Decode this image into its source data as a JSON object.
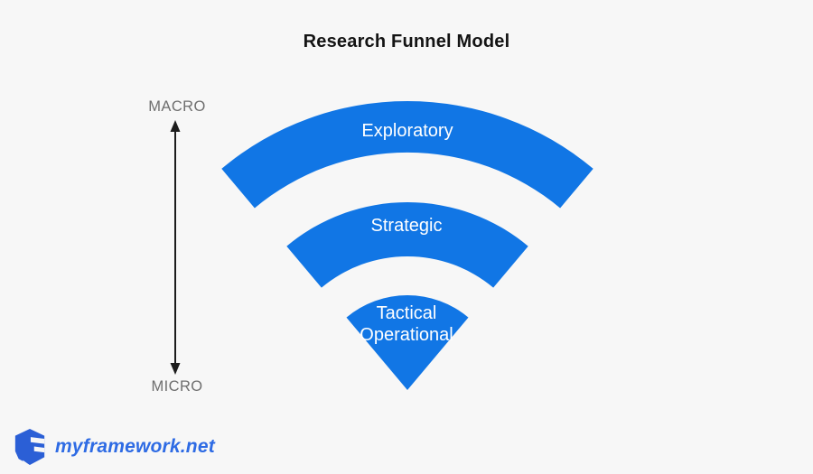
{
  "title": "Research Funnel Model",
  "axis": {
    "top_label": "MACRO",
    "bottom_label": "MICRO"
  },
  "funnel": {
    "levels": [
      {
        "label": "Exploratory"
      },
      {
        "label": "Strategic"
      },
      {
        "label": "Tactical Operational",
        "lines": [
          "Tactical",
          "Operational"
        ]
      }
    ]
  },
  "footer": {
    "brand": "myframework.net"
  },
  "colors": {
    "background": "#f7f7f7",
    "funnel_blue": "#1176e5",
    "label_white": "#ffffff",
    "title_color": "#141414",
    "axis_gray": "#6e6e6e",
    "arrow_black": "#1c1c1c",
    "logo_blue": "#2b5fd6",
    "brand_blue": "#2e6be4"
  }
}
